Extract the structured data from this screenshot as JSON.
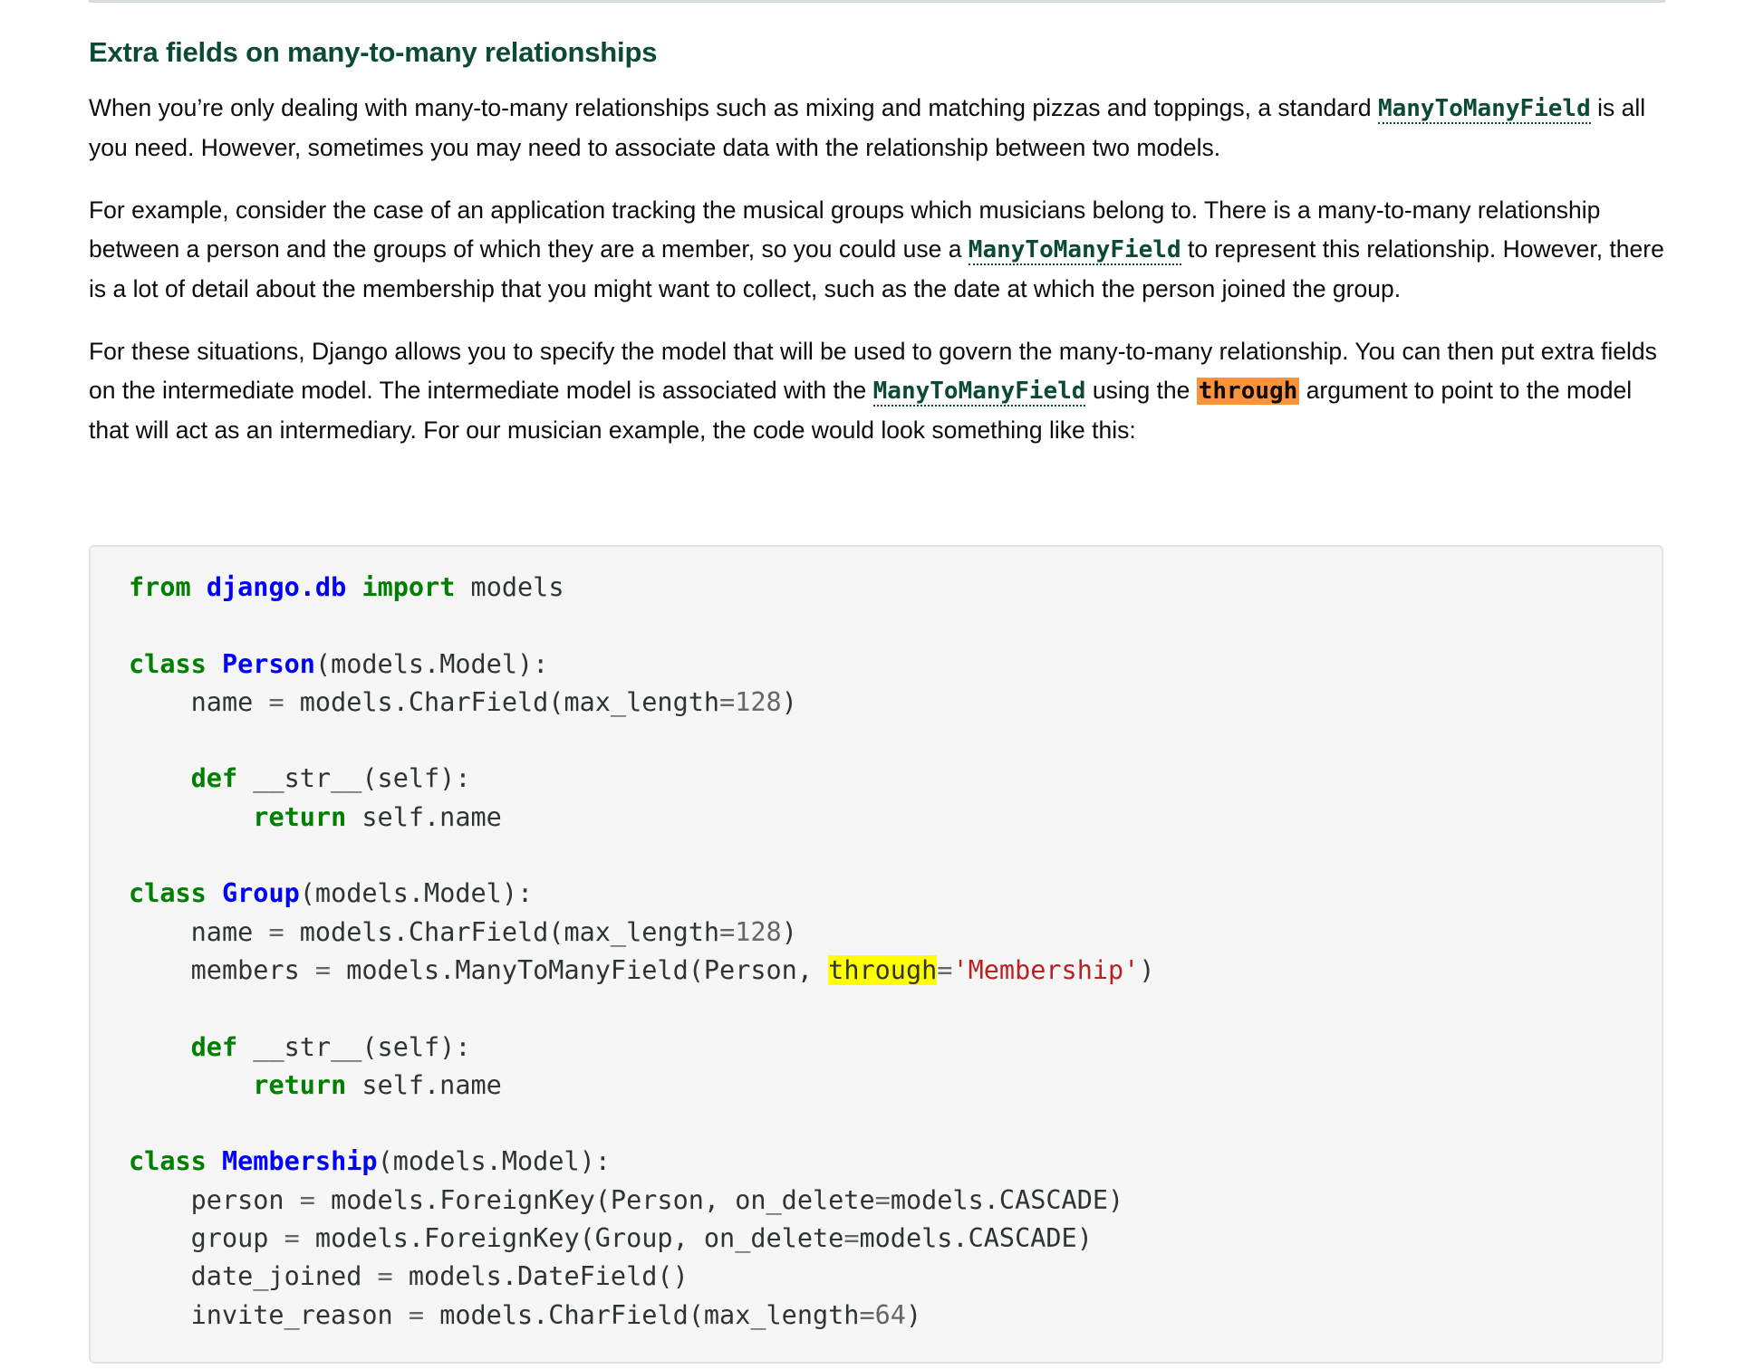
{
  "section": {
    "title": "Extra fields on many-to-many relationships"
  },
  "paragraphs": {
    "p1": {
      "t1": "When you’re only dealing with many-to-many relationships such as mixing and matching pizzas and toppings, a standard ",
      "link": "ManyToManyField",
      "t2": " is all you need. However, sometimes you may need to associate data with the relationship between two models."
    },
    "p2": {
      "t1": "For example, consider the case of an application tracking the musical groups which musicians belong to. There is a many-to-many relationship between a person and the groups of which they are a member, so you could use a ",
      "link": "ManyToManyField",
      "t2": " to represent this relationship. However, there is a lot of detail about the membership that you might want to collect, such as the date at which the person joined the group."
    },
    "p3": {
      "t1": "For these situations, Django allows you to specify the model that will be used to govern the many-to-many relationship. You can then put extra fields on the intermediate model. The intermediate model is associated with the ",
      "link": "ManyToManyField",
      "t2": " using the ",
      "literal": "through",
      "t3": " argument to point to the model that will act as an intermediary. For our musician example, the code would look something like this:"
    }
  },
  "code": {
    "lines": [
      "from django.db import models",
      "",
      "class Person(models.Model):",
      "    name = models.CharField(max_length=128)",
      "",
      "    def __str__(self):",
      "        return self.name",
      "",
      "class Group(models.Model):",
      "    name = models.CharField(max_length=128)",
      "    members = models.ManyToManyField(Person, through='Membership')",
      "",
      "    def __str__(self):",
      "        return self.name",
      "",
      "class Membership(models.Model):",
      "    person = models.ForeignKey(Person, on_delete=models.CASCADE)",
      "    group = models.ForeignKey(Group, on_delete=models.CASCADE)",
      "    date_joined = models.DateField()",
      "    invite_reason = models.CharField(max_length=64)"
    ],
    "highlighted_word": "through"
  },
  "colors": {
    "heading": "#0c4b33",
    "inline_highlight": "#fb923c",
    "code_highlight": "#ffff00",
    "keyword": "#008000",
    "class_name": "#0000ff",
    "string": "#ba2121",
    "code_background": "#f6f6f6"
  }
}
